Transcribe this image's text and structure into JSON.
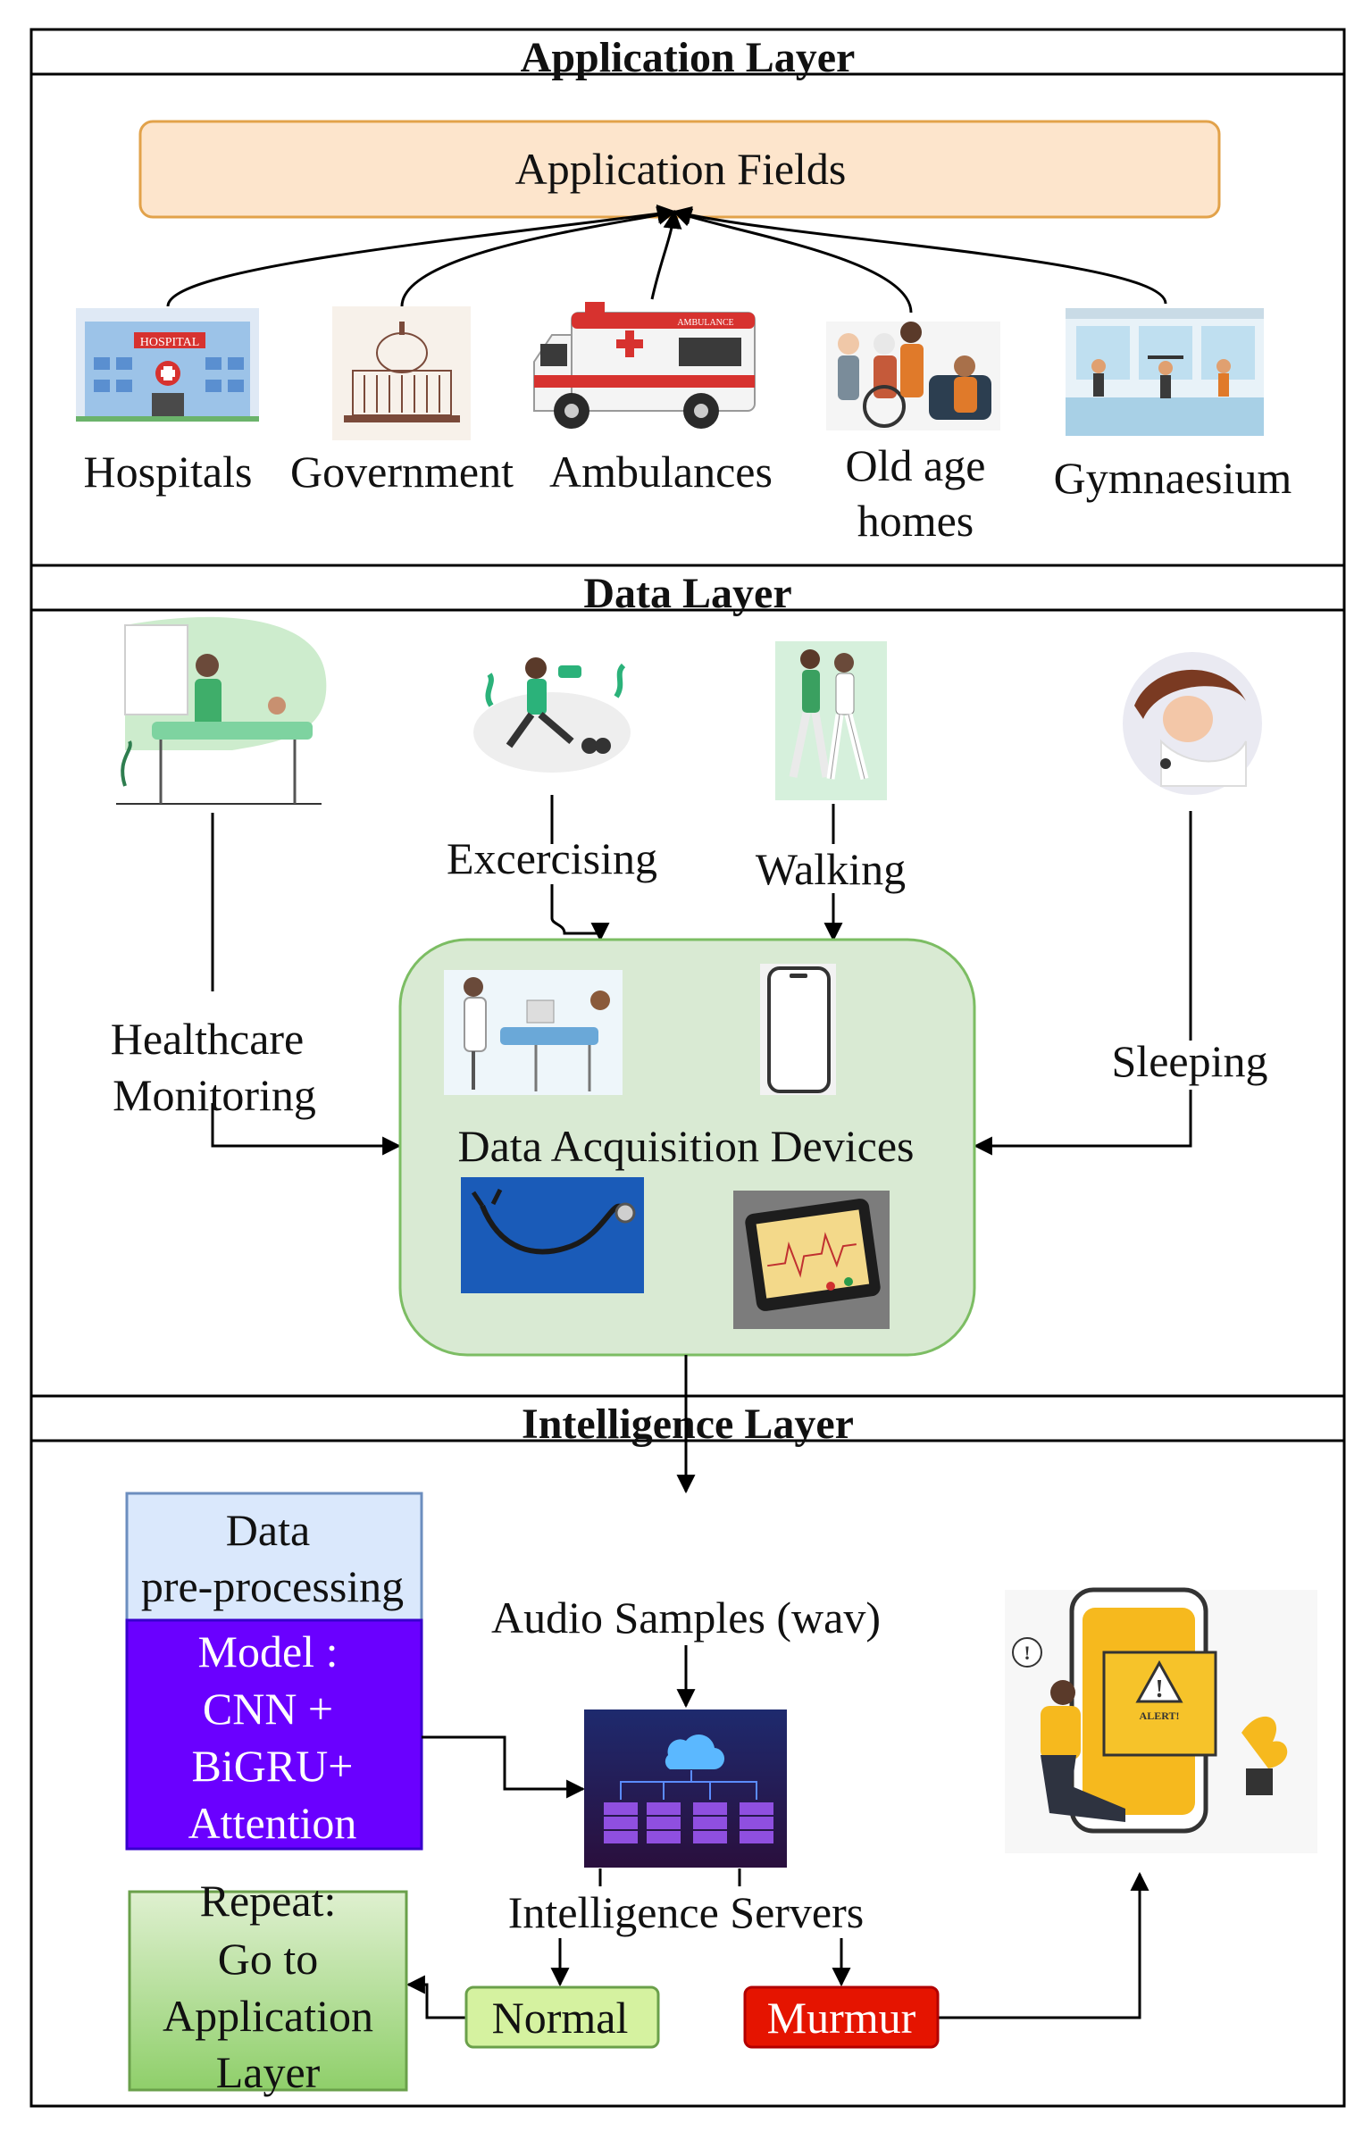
{
  "application_layer": {
    "title": "Application Layer",
    "fields_box": "Application Fields",
    "fields": [
      {
        "label_lines": [
          "Hospitals"
        ],
        "icon": "hospital-icon"
      },
      {
        "label_lines": [
          "Government"
        ],
        "icon": "government-building-icon"
      },
      {
        "label_lines": [
          "Ambulances"
        ],
        "icon": "ambulance-icon"
      },
      {
        "label_lines": [
          "Old age",
          "homes"
        ],
        "icon": "elderly-people-icon"
      },
      {
        "label_lines": [
          "Gymnaesium"
        ],
        "icon": "gym-icon"
      }
    ]
  },
  "data_layer": {
    "title": "Data Layer",
    "sources": {
      "healthcare": [
        "Healthcare",
        "Monitoring"
      ],
      "exercising": "Excercising",
      "walking": "Walking",
      "sleeping": "Sleeping"
    },
    "devices_box": "Data Acquisition Devices",
    "device_icons": [
      "patient-monitoring-icon",
      "smartphone-icon",
      "stethoscope-icon",
      "ecg-tablet-icon"
    ]
  },
  "intelligence_layer": {
    "title": "Intelligence Layer",
    "preprocessing": [
      "Data",
      "pre-processing"
    ],
    "model": [
      "Model :",
      "CNN +",
      "BiGRU+",
      "Attention"
    ],
    "audio_label": "Audio Samples (wav)",
    "servers_label": "Intelligence Servers",
    "normal": "Normal",
    "murmur": "Murmur",
    "repeat": [
      "Repeat:",
      "Go to",
      "Application",
      "Layer"
    ],
    "alert_text": "ALERT!"
  },
  "colors": {
    "fields_fill": "#fde5cc",
    "fields_stroke": "#e2a24a",
    "devices_fill": "#d9ead3",
    "devices_stroke": "#7cbd63",
    "preprocessing_fill": "#dae8fc",
    "model_fill": "#6a00ff",
    "normal_fill": "#d5f2a0",
    "murmur_fill": "#e51400",
    "repeat_fill": "#a6d98a"
  }
}
